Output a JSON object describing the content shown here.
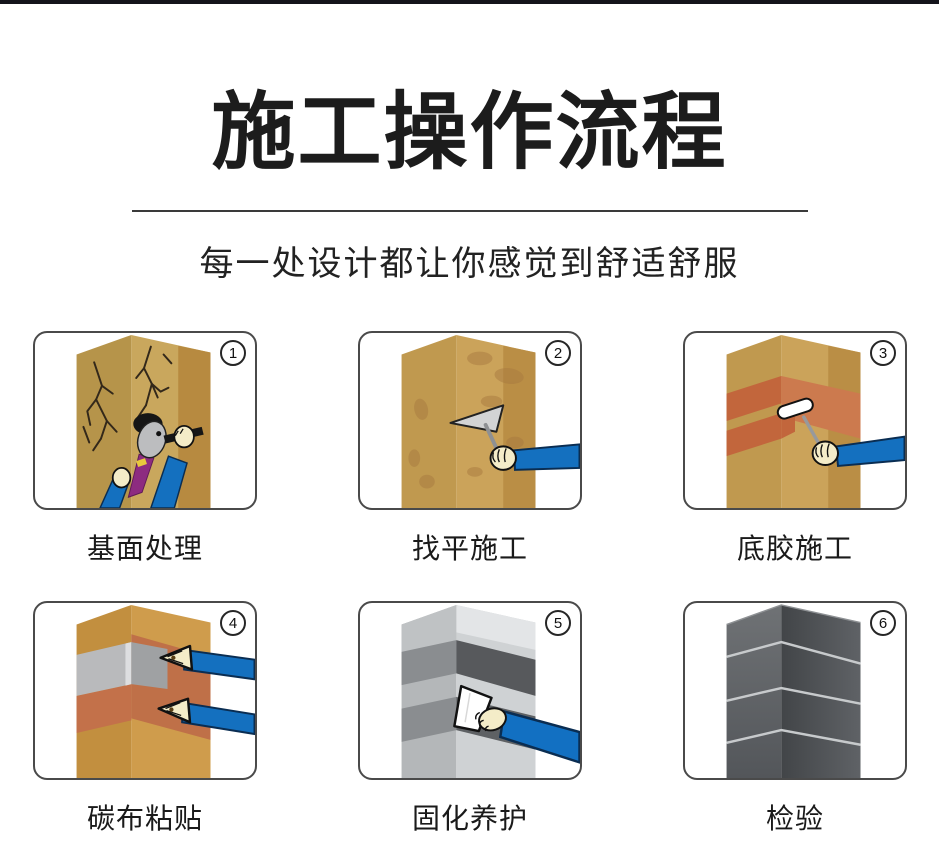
{
  "page": {
    "title": "施工操作流程",
    "subtitle": "每一处设计都让你感觉到舒适舒服"
  },
  "steps": [
    {
      "number": "1",
      "label": "基面处理",
      "illustration": "grinding-cracked-column"
    },
    {
      "number": "2",
      "label": "找平施工",
      "illustration": "leveling-putty-knife"
    },
    {
      "number": "3",
      "label": "底胶施工",
      "illustration": "primer-paint-roller"
    },
    {
      "number": "4",
      "label": "碳布粘贴",
      "illustration": "carbon-cloth-pressing"
    },
    {
      "number": "5",
      "label": "固化养护",
      "illustration": "curing-wipe-cloth"
    },
    {
      "number": "6",
      "label": "检验",
      "illustration": "wrapped-column-inspection"
    }
  ],
  "colors": {
    "top_bar": "#14141b",
    "column_tan_left": "#b6944a",
    "column_tan_right": "#c9a75d",
    "primer_orange": "#c2663c",
    "primer_orange_light": "#cc7a4e",
    "carbon_gray_dark": "#4a4d52",
    "cloth_gray": "#b9babc",
    "sleeve_blue": "#1470bf",
    "hand_cream": "#f4ecc8",
    "grinder_purple": "#8d2b80"
  }
}
